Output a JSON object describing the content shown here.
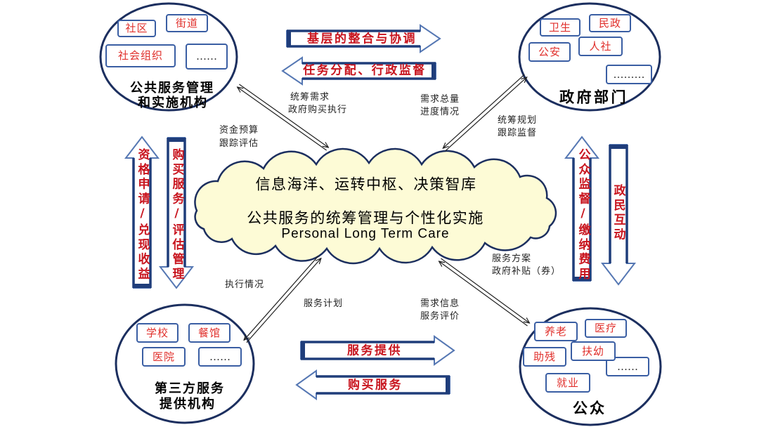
{
  "nodes": {
    "public_service_agencies": {
      "label_lines": [
        "公共服务管理",
        "和实施机构"
      ],
      "items": [
        "社区",
        "街道",
        "社会组织",
        "……"
      ]
    },
    "government_departments": {
      "label_lines": [
        "政府部门"
      ],
      "items": [
        "卫生",
        "民政",
        "公安",
        "人社",
        "………"
      ]
    },
    "third_party_providers": {
      "label_lines": [
        "第三方服务",
        "提供机构"
      ],
      "items": [
        "学校",
        "餐馆",
        "医院",
        "……"
      ]
    },
    "public": {
      "label_lines": [
        "公众"
      ],
      "items": [
        "养老",
        "医疗",
        "助残",
        "扶幼",
        "……",
        "就业"
      ]
    }
  },
  "center": {
    "lines": [
      "信息海洋、运转中枢、决策智库",
      "公共服务的统筹管理与个性化实施",
      "Personal Long Term Care"
    ]
  },
  "block_arrows": {
    "top_rightward": "基层的整合与协调",
    "top_leftward": "任务分配、行政监督",
    "bottom_rightward": "服务提供",
    "bottom_leftward": "购买服务",
    "left_upward": "资格申请/兑现收益",
    "left_downward": "购买服务/评估管理",
    "right_upward": "公众监督/缴纳费用",
    "right_downward": "政民互动"
  },
  "connector_labels": {
    "top_left": {
      "upper_side": [
        "统筹需求",
        "政府购买执行"
      ],
      "lower_side": [
        "资金预算",
        "跟踪评估"
      ]
    },
    "top_right": {
      "upper_side": [
        "需求总量",
        "进度情况"
      ],
      "lower_side": [
        "统筹规划",
        "跟踪监督"
      ]
    },
    "bottom_left": {
      "upper_side": [
        "执行情况"
      ],
      "lower_side": [
        "服务计划"
      ]
    },
    "bottom_right": {
      "upper_side": [
        "服务方案",
        "政府补贴（券）"
      ],
      "lower_side": [
        "需求信息",
        "服务评价"
      ]
    }
  },
  "colors": {
    "circle_stroke": "#1c2f5f",
    "cloud_fill": "#fdfbd6",
    "box_border": "#3a5ea3",
    "box_text": "#e0302c",
    "arrow_text": "#c8141e",
    "arrow_outline": "#5577b3",
    "arrow_dark": "#1f3d7a",
    "connector": "#222222"
  }
}
